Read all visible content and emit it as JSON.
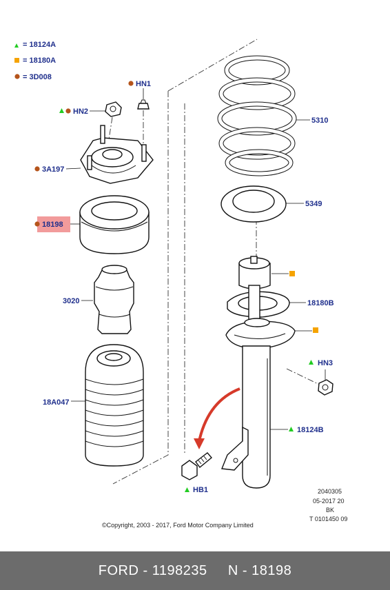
{
  "legend": [
    {
      "symbol": "triangle",
      "text": "= 18124A"
    },
    {
      "symbol": "square",
      "text": "= 18180A"
    },
    {
      "symbol": "circle",
      "text": "= 3D008"
    }
  ],
  "colors": {
    "triangle": "#22cc22",
    "square": "#f5a300",
    "circle": "#b5541b",
    "label": "#1f2f8c",
    "highlight": "#f08a8a",
    "footer": "#6c6c6c"
  },
  "labels": {
    "hn1": "HN1",
    "hn2": "HN2",
    "a3a197": "3A197",
    "p18198": "18198",
    "p3020": "3020",
    "p18a047": "18A047",
    "p5310": "5310",
    "p5349": "5349",
    "p18180b": "18180B",
    "hn3": "HN3",
    "p18124b": "18124B",
    "hb1": "HB1"
  },
  "meta": {
    "line1": "2040305",
    "line2": "05-2017 20",
    "line3": "BK",
    "line4": "T 0101450 09"
  },
  "copyright": "©Copyright, 2003 - 2017, Ford Motor Company Limited",
  "footer": {
    "text": "FORD - 1198235     N - 18198"
  }
}
